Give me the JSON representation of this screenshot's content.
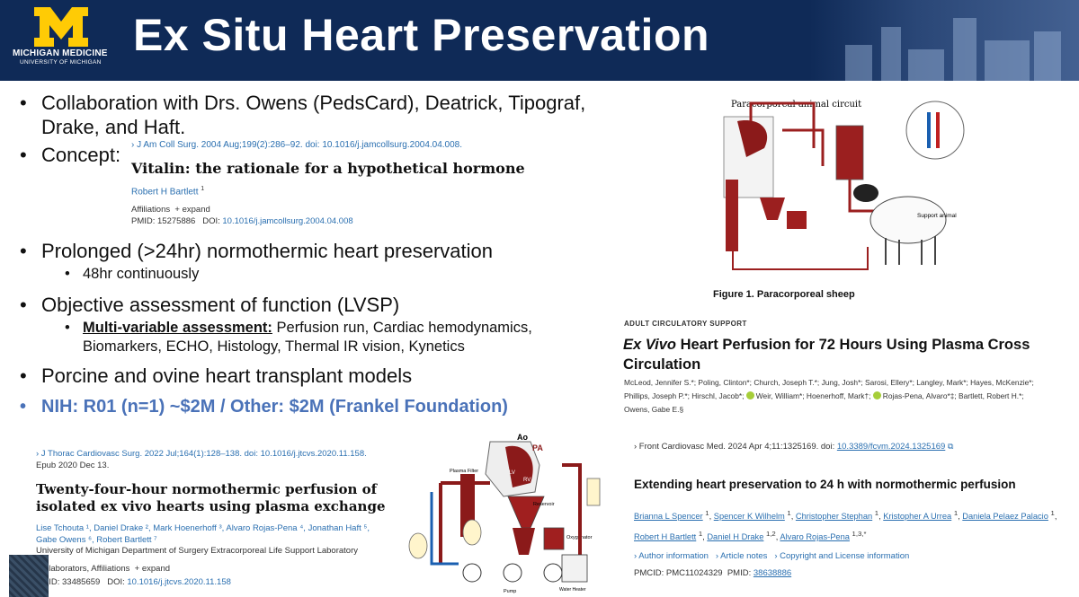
{
  "header": {
    "logo_line1": "MICHIGAN MEDICINE",
    "logo_line2": "UNIVERSITY OF MICHIGAN",
    "title": "Ex Situ Heart Preservation"
  },
  "bullets": {
    "b1": "Collaboration with Drs. Owens (PedsCard), Deatrick, Tipograf,",
    "b1b": "Drake, and Haft.",
    "b2": "Concept:",
    "b3": "Prolonged (>24hr) normothermic heart preservation",
    "b3_sub": "48hr continuously",
    "b4": "Objective assessment of function (LVSP)",
    "b4_sub_bold": "Multi-variable assessment:",
    "b4_sub_rest": " Perfusion run, Cardiac hemodynamics,",
    "b4_sub_line2": "Biomarkers, ECHO, Histology, Thermal IR vision, Kynetics",
    "b5": "Porcine and ovine heart transplant models",
    "b6": "NIH:  R01 (n=1) ~$2M  / Other: $2M (Frankel Foundation)"
  },
  "cite1": {
    "journal": "› J Am Coll Surg. 2004 Aug;199(2):286–92. doi: 10.1016/j.jamcollsurg.2004.04.008.",
    "title": "Vitalin: the rationale for a hypothetical hormone",
    "author": "Robert H Bartlett",
    "author_sup": "1",
    "affil": "Affiliations",
    "expand": "+ expand",
    "pmid": "PMID: 15275886",
    "doi_label": "DOI:",
    "doi": "10.1016/j.jamcollsurg.2004.04.008"
  },
  "cite2": {
    "journal": "› J Thorac Cardiovasc Surg. 2022 Jul;164(1):128–138. doi: 10.1016/j.jtcvs.2020.11.158.",
    "epub": "Epub 2020 Dec 13.",
    "title1": "Twenty-four-hour normothermic perfusion of",
    "title2": "isolated ex vivo hearts using plasma exchange",
    "authors1": "Lise Tchouta ¹, Daniel Drake ², Mark Hoenerhoff ³, Alvaro Rojas-Pena ⁴, Jonathan Haft ⁵,",
    "authors2": "Gabe Owens ⁶, Robert Bartlett ⁷",
    "affil_line": "University of Michigan Department of Surgery Extracorporeal Life Support Laboratory",
    "collab": "Collaborators, Affiliations",
    "expand": "+ expand",
    "pmid": "PMID: 33485659",
    "doi_label": "DOI:",
    "doi": "10.1016/j.jtcvs.2020.11.158"
  },
  "figure_top": {
    "heading": "Paracorporeal animal circuit",
    "caption": "Figure 1. Paracorporeal sheep",
    "support_label": "Support animal"
  },
  "figure_bottom": {
    "labels": [
      "Ao",
      "PA",
      "LV",
      "RV",
      "Reservoir",
      "Pump",
      "Oxygenator",
      "Water Heater",
      "Plasma Filter"
    ]
  },
  "cite3": {
    "category": "ADULT CIRCULATORY SUPPORT",
    "title_italic": "Ex Vivo",
    "title_rest": " Heart Perfusion for 72 Hours Using Plasma Cross",
    "title_line2": "Circulation",
    "authors1": "McLeod, Jennifer S.*; Poling, Clinton*; Church, Joseph T.*; Jung, Josh*; Sarosi, Ellery*; Langley, Mark*; Hayes, McKenzie*;",
    "authors2a": "Phillips, Joseph P.*; Hirschl, Jacob*;",
    "authors2b": "Weir, William*; Hoenerhoff, Mark†;",
    "authors2c": "Rojas-Pena, Alvaro*‡; Bartlett, Robert H.*;",
    "authors3": "Owens, Gabe E.§"
  },
  "cite4": {
    "journal_prefix": "› Front Cardiovasc Med. 2024 Apr 4;11:1325169. doi:",
    "doi": "10.3389/fcvm.2024.1325169",
    "title": "Extending heart preservation to 24 h with normothermic perfusion",
    "authors": [
      "Brianna L Spencer",
      "Spencer K Wilhelm",
      "Christopher Stephan",
      "Kristopher A Urrea",
      "Daniela Pelaez Palacio",
      "Robert H Bartlett",
      "Daniel H Drake",
      "Alvaro Rojas-Pena"
    ],
    "sups": [
      "1",
      "1",
      "1",
      "1",
      "1",
      "1",
      "1,2",
      "1,3,*"
    ],
    "tabs": [
      "› Author information",
      "› Article notes",
      "› Copyright and License information"
    ],
    "pmcid": "PMCID: PMC11024329",
    "pmid_label": "PMID:",
    "pmid": "38638886"
  }
}
